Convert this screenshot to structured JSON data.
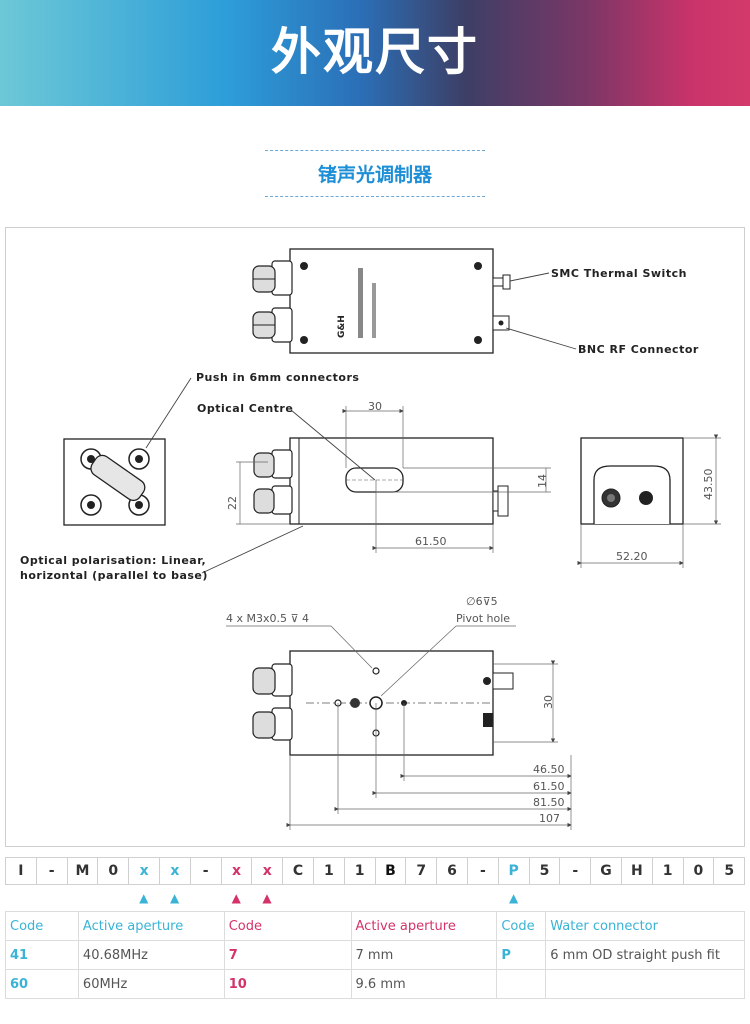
{
  "banner": {
    "title": "外观尺寸"
  },
  "subtitle": "锗声光调制器",
  "drawing": {
    "labels": {
      "smc": "SMC Thermal Switch",
      "bnc": "BNC RF Connector",
      "push": "Push in 6mm connectors",
      "optical_centre": "Optical Centre",
      "polarisation_1": "Optical polarisation: Linear,",
      "polarisation_2": "horizontal (parallel to base)",
      "screws": "4 x M3x0.5  ⊽ 4",
      "hole_spec": "∅6⊽5",
      "pivot": "Pivot hole",
      "brand": "G&H"
    },
    "dims": {
      "d30_top": "30",
      "d14": "14",
      "d22": "22",
      "d61_50_front": "61.50",
      "d43_50": "43.50",
      "d52_20": "52.20",
      "d30_side": "30",
      "d46_50": "46.50",
      "d61_50": "61.50",
      "d81_50": "81.50",
      "d107": "107"
    }
  },
  "code_row": [
    "I",
    "-",
    "M",
    "0",
    "x",
    "x",
    "-",
    "x",
    "x",
    "C",
    "1",
    "1",
    "B",
    "7",
    "6",
    "-",
    "P",
    "5",
    "-",
    "G",
    "H",
    "1",
    "0",
    "5"
  ],
  "table": {
    "header": [
      "Code",
      "Active aperture",
      "Code",
      "Active aperture",
      "Code",
      "Water connector"
    ],
    "rows": [
      [
        "41",
        "40.68MHz",
        "7",
        "7 mm",
        "P",
        "6 mm OD straight push fit"
      ],
      [
        "60",
        "60MHz",
        "10",
        "9.6 mm",
        "",
        ""
      ]
    ]
  },
  "colors": {
    "accent_blue": "#3ab3d6",
    "accent_red": "#d4336a",
    "title_blue": "#1e8fd6"
  }
}
